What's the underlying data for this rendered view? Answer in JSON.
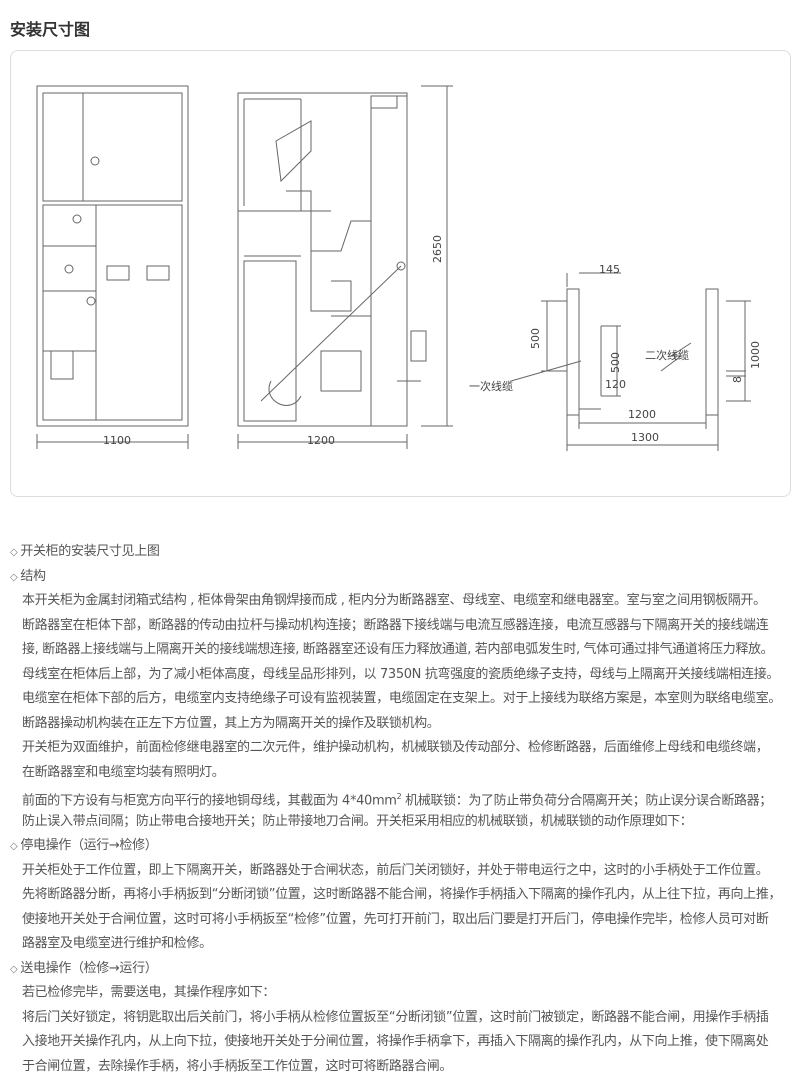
{
  "title": "安装尺寸图",
  "figure": {
    "front_width": "1100",
    "side_width": "1200",
    "height": "2650",
    "plan": {
      "top_offset": "145",
      "left_500": "500",
      "inner_500": "500",
      "right_1000": "1000",
      "gap_120": "120",
      "gap_8": "8",
      "inner_width": "1200",
      "outer_width": "1300",
      "secondary_cable": "二次线缆",
      "primary_cable": "一次线缆"
    }
  },
  "sections": [
    {
      "heading": "开关柜的安装尺寸见上图",
      "lines": []
    },
    {
      "heading": "结构",
      "lines": [
        "本开关柜为金属封闭箱式结构 , 柜体骨架由角钢焊接而成 , 柜内分为断路器室、母线室、电缆室和继电器室。室与室之间用钢板隔开。",
        "断路器室在柜体下部，断路器的传动由拉杆与操动机构连接；断路器下接线端与电流互感器连接，电流互感器与下隔离开关的接线端连",
        "接, 断路器上接线端与上隔离开关的接线端想连接, 断路器室还设有压力释放通道, 若内部电弧发生时, 气体可通过排气通道将压力释放。",
        "母线室在柜体后上部，为了减小柜体高度，母线呈品形排列，以 7350N 抗弯强度的瓷质绝缘子支持，母线与上隔离开关接线端相连接。",
        "电缆室在柜体下部的后方，电缆室内支持绝缘子可设有监视装置，电缆固定在支架上。对于上接线为联络方案是，本室则为联络电缆室。",
        "断路器操动机构装在正左下方位置，其上方为隔离开关的操作及联锁机构。",
        "开关柜为双面维护，前面检修继电器室的二次元件，维护操动机构，机械联锁及传动部分、检修断路器，后面维修上母线和电缆终端，",
        "在断路器室和电缆室均装有照明灯。",
        "前面的下方设有与柜宽方向平行的接地铜母线，其截面为 4*40mm",
        "防止误入带点间隔；防止带电合接地开关；防止带接地刀合闸。开关柜采用相应的机械联锁，机械联锁的动作原理如下："
      ],
      "sup": "2",
      "line9_tail": " 机械联锁：为了防止带负荷分合隔离开关；防止误分误合断路器；"
    },
    {
      "heading": "停电操作（运行→检修）",
      "lines": [
        "开关柜处于工作位置，即上下隔离开关，断路器处于合闸状态，前后门关闭锁好，并处于带电运行之中，这时的小手柄处于工作位置。",
        "先将断路器分断，再将小手柄扳到“分断闭锁”位置，这时断路器不能合闸，将操作手柄插入下隔离的操作孔内，从上往下拉，再向上推，",
        "使接地开关处于合闸位置，这时可将小手柄扳至“检修”位置，先可打开前门，取出后门要是打开后门，停电操作完毕，检修人员可对断",
        "路器室及电缆室进行维护和检修。"
      ]
    },
    {
      "heading": "送电操作（检修→运行）",
      "lines": [
        "若已检修完毕，需要送电，其操作程序如下：",
        "将后门关好锁定，将钥匙取出后关前门，将小手柄从检修位置扳至“分断闭锁”位置，这时前门被锁定，断路器不能合闸，用操作手柄插",
        "入接地开关操作孔内，从上向下拉，使接地开关处于分闸位置，将操作手柄拿下，再插入下隔离的操作孔内，从下向上推，使下隔离处",
        "于合闸位置，去除操作手柄，将小手柄扳至工作位置，这时可将断路器合闸。"
      ]
    }
  ],
  "bullet_icon": "diamond-bullet-icon"
}
